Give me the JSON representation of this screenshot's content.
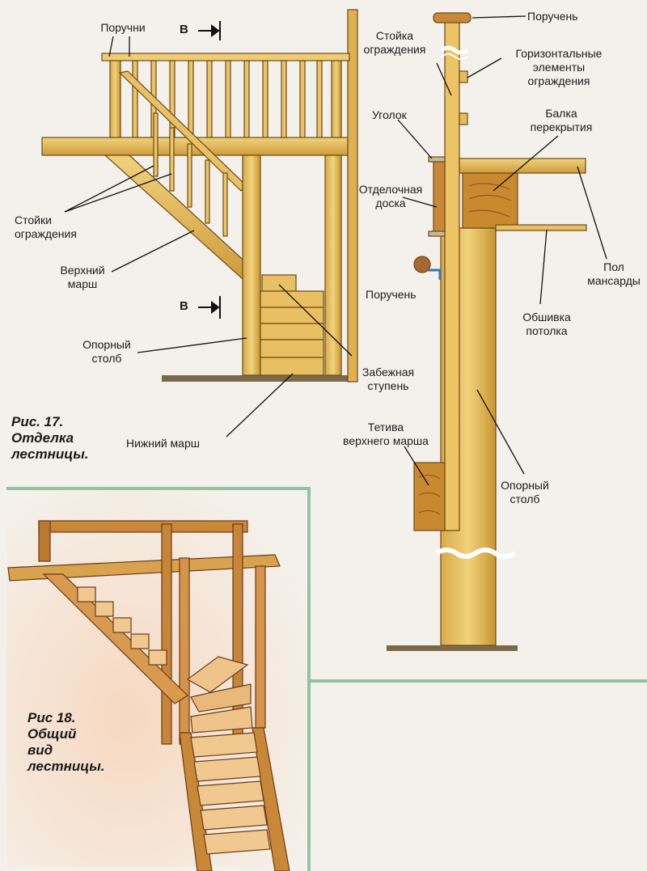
{
  "figure17": {
    "caption": [
      "Рис. 17.",
      "Отделка",
      "лестницы."
    ],
    "section_mark_top": "В",
    "section_mark_bottom": "В",
    "labels": {
      "railings": "Поручни",
      "balusters": [
        "Стойки",
        "ограждения"
      ],
      "upper_flight": [
        "Верхний",
        "марш"
      ],
      "support_post": [
        "Опорный",
        "столб"
      ],
      "lower_flight": "Нижний марш",
      "winder_step": [
        "Забежная",
        "ступень"
      ]
    }
  },
  "section": {
    "labels": {
      "handrail_top": "Поручень",
      "baluster": [
        "Стойка",
        "ограждения"
      ],
      "horizontal_elements": [
        "Горизонтальные",
        "элементы",
        "ограждения"
      ],
      "angle": "Уголок",
      "floor_beam": [
        "Балка",
        "перекрытия"
      ],
      "finish_board": [
        "Отделочная",
        "доска"
      ],
      "attic_floor": [
        "Пол",
        "мансарды"
      ],
      "handrail_side": "Поручень",
      "ceiling_lining": [
        "Обшивка",
        "потолка"
      ],
      "stringer": [
        "Тетива",
        "верхнего марша"
      ],
      "support_post": [
        "Опорный",
        "столб"
      ]
    }
  },
  "figure18": {
    "caption": [
      "Рис 18.",
      "Общий",
      "вид",
      "лестницы."
    ]
  },
  "colors": {
    "wood": "#e6bd5e",
    "wood_light": "#f0d27c",
    "wood_dark": "#b8862e",
    "beam_end": "#c9892f",
    "frame_green": "#8fc4a3",
    "ink": "#1a1a1a",
    "paper": "#f4f1ec"
  }
}
